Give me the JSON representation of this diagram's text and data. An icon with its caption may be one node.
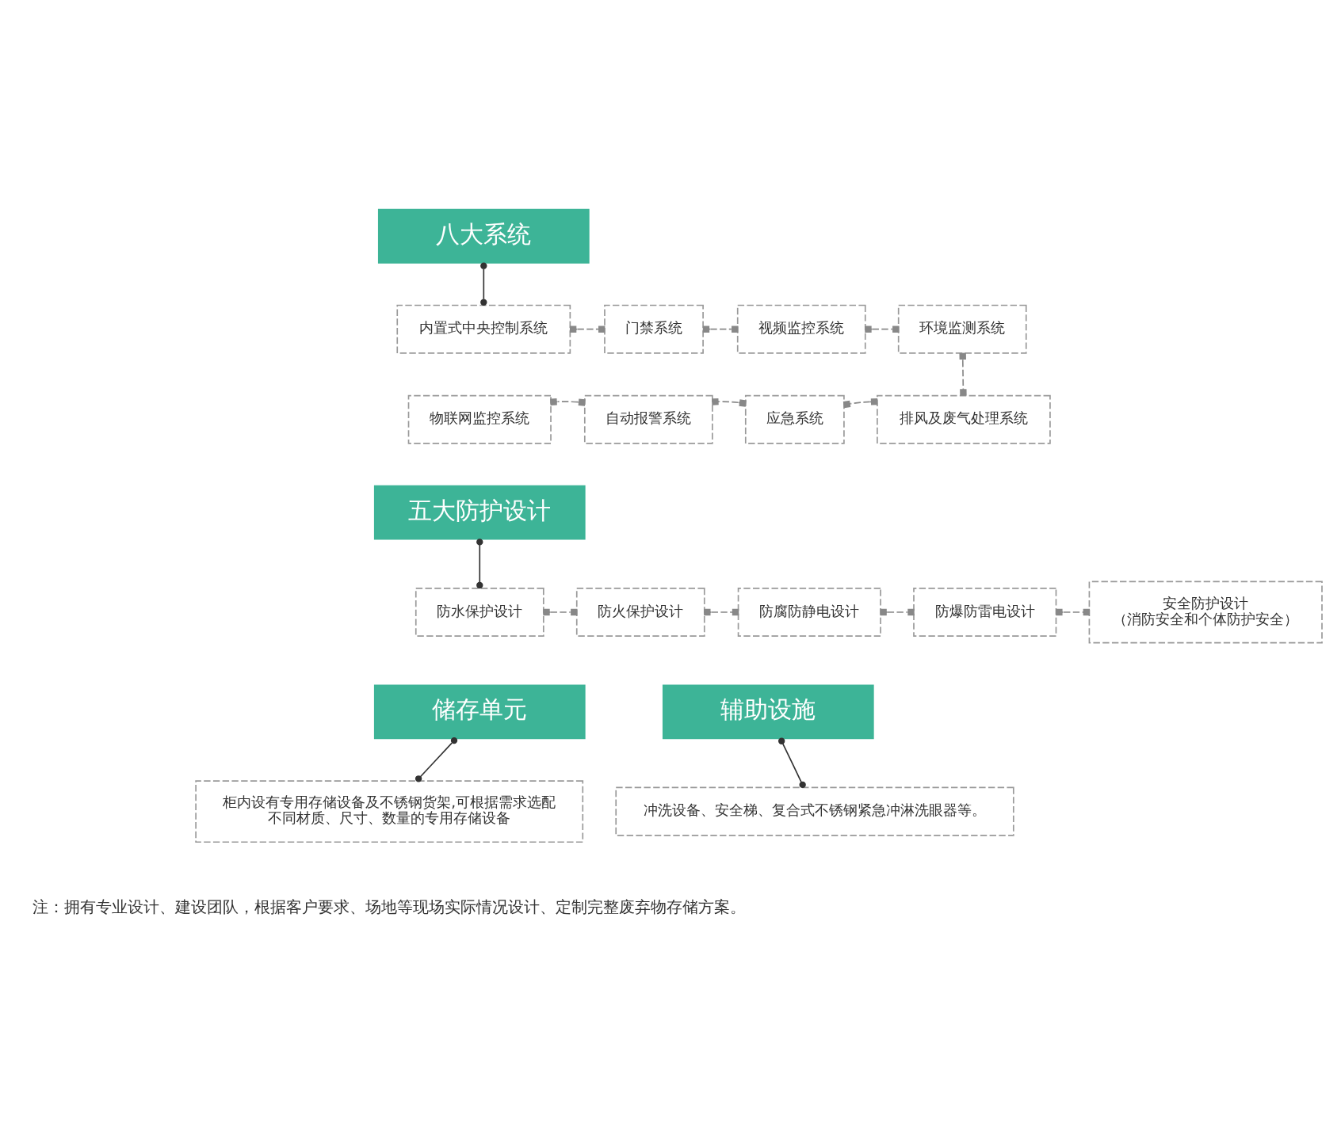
{
  "diagram": {
    "nodes": [
      {
        "text": [
          "八大系统"
        ]
      },
      {
        "text": [
          "内置式中央控制系统"
        ]
      },
      {
        "text": [
          "门禁系统"
        ]
      },
      {
        "text": [
          "视频监控系统"
        ]
      },
      {
        "text": [
          "环境监测系统"
        ]
      },
      {
        "text": [
          "物联网监控系统"
        ]
      },
      {
        "text": [
          "自动报警系统"
        ]
      },
      {
        "text": [
          "应急系统"
        ]
      },
      {
        "text": [
          "排风及废气处理系统"
        ]
      },
      {
        "text": [
          "五大防护设计"
        ]
      },
      {
        "text": [
          "防水保护设计"
        ]
      },
      {
        "text": [
          "防火保护设计"
        ]
      },
      {
        "text": [
          "防腐防静电设计"
        ]
      },
      {
        "text": [
          "防爆防雷电设计"
        ]
      },
      {
        "text": [
          "安全防护设计",
          "（消防安全和个体防护安全）"
        ]
      },
      {
        "text": [
          "储存单元"
        ]
      },
      {
        "text": [
          "柜内设有专用存储设备及不锈钢货架,可根据需求选配不同材质、尺寸、数量的专用存储设备"
        ]
      },
      {
        "text": [
          "辅助设施"
        ]
      },
      {
        "text": [
          "冲洗设备、安全梯、复合式不锈钢紧急冲淋洗眼器等。"
        ]
      }
    ],
    "edges": [
      {
        "from": 0,
        "to": 1,
        "arrow": "other",
        "color": "#333333"
      },
      {
        "from": 1,
        "to": 2,
        "arrow": "other",
        "style": "dashed"
      },
      {
        "from": 2,
        "to": 3,
        "arrow": "other",
        "style": "dashed"
      },
      {
        "from": 3,
        "to": 4,
        "arrow": "other",
        "style": "dashed"
      },
      {
        "from": 4,
        "to": 8,
        "arrow": "other",
        "style": "dashed"
      },
      {
        "from": 8,
        "to": 7,
        "arrow": "other",
        "style": "dashed"
      },
      {
        "from": 7,
        "to": 6,
        "arrow": "other",
        "style": "dashed"
      },
      {
        "from": 6,
        "to": 5,
        "arrow": "other",
        "style": "dashed"
      },
      {
        "from": 9,
        "to": 10,
        "arrow": "other",
        "color": "#333333"
      },
      {
        "from": 10,
        "to": 11,
        "arrow": "other",
        "style": "dashed"
      },
      {
        "from": 11,
        "to": 12,
        "arrow": "other",
        "style": "dashed"
      },
      {
        "from": 12,
        "to": 13,
        "arrow": "other",
        "style": "dashed"
      },
      {
        "from": 13,
        "to": 14,
        "arrow": "other",
        "style": "dashed"
      },
      {
        "from": 15,
        "to": 16,
        "arrow": "other",
        "color": "#333333"
      },
      {
        "from": 17,
        "to": 18,
        "arrow": "other",
        "color": "#333333"
      }
    ],
    "labels": [
      "注：拥有专业设计、建设团队，根据客户要求、场地等现场实际情况设计、定制完整废弃物存储方案。"
    ]
  }
}
